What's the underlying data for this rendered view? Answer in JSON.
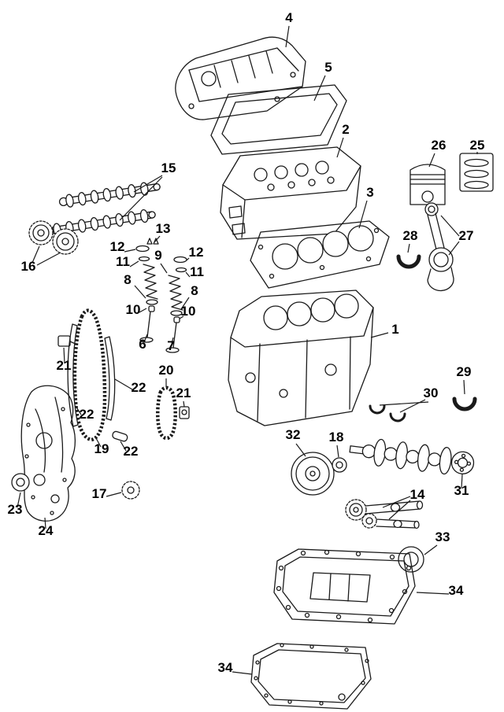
{
  "diagram": {
    "background": "#ffffff",
    "ink": "#1a1a1a",
    "callouts": {
      "c1": "1",
      "c2": "2",
      "c3": "3",
      "c4": "4",
      "c5": "5",
      "c6": "6",
      "c7": "7",
      "c8": "8",
      "c9": "9",
      "c10": "10",
      "c11": "11",
      "c12": "12",
      "c13": "13",
      "c14": "14",
      "c15": "15",
      "c16": "16",
      "c17": "17",
      "c18": "18",
      "c19": "19",
      "c20": "20",
      "c21": "21",
      "c22": "22",
      "c23": "23",
      "c24": "24",
      "c25": "25",
      "c26": "26",
      "c27": "27",
      "c28": "28",
      "c29": "29",
      "c30": "30",
      "c31": "31",
      "c32": "32",
      "c33": "33",
      "c34": "34"
    }
  }
}
